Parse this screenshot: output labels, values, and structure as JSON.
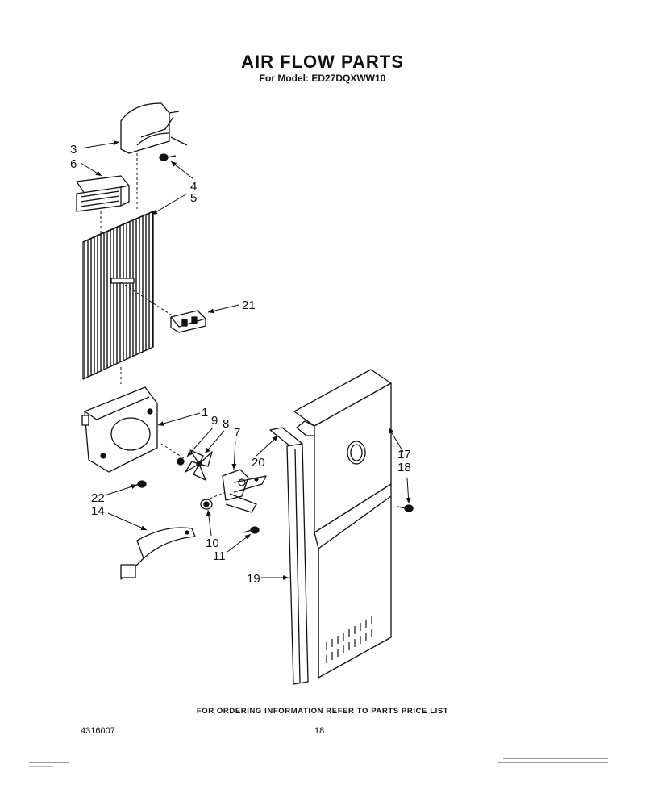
{
  "header": {
    "title": "AIR FLOW PARTS",
    "subtitle": "For Model: ED27DQXWW10"
  },
  "callouts": [
    {
      "id": "p1",
      "label": "1"
    },
    {
      "id": "p3",
      "label": "3"
    },
    {
      "id": "p4",
      "label": "4"
    },
    {
      "id": "p5",
      "label": "5"
    },
    {
      "id": "p6",
      "label": "6"
    },
    {
      "id": "p7",
      "label": "7"
    },
    {
      "id": "p8",
      "label": "8"
    },
    {
      "id": "p9",
      "label": "9"
    },
    {
      "id": "p10",
      "label": "10"
    },
    {
      "id": "p11",
      "label": "11"
    },
    {
      "id": "p14",
      "label": "14"
    },
    {
      "id": "p17",
      "label": "17"
    },
    {
      "id": "p18",
      "label": "18"
    },
    {
      "id": "p19",
      "label": "19"
    },
    {
      "id": "p20",
      "label": "20"
    },
    {
      "id": "p21",
      "label": "21"
    },
    {
      "id": "p22",
      "label": "22"
    }
  ],
  "footer": {
    "ordering_note": "FOR ORDERING INFORMATION REFER TO PARTS PRICE LIST",
    "document_number": "4316007",
    "page_number": "18"
  }
}
